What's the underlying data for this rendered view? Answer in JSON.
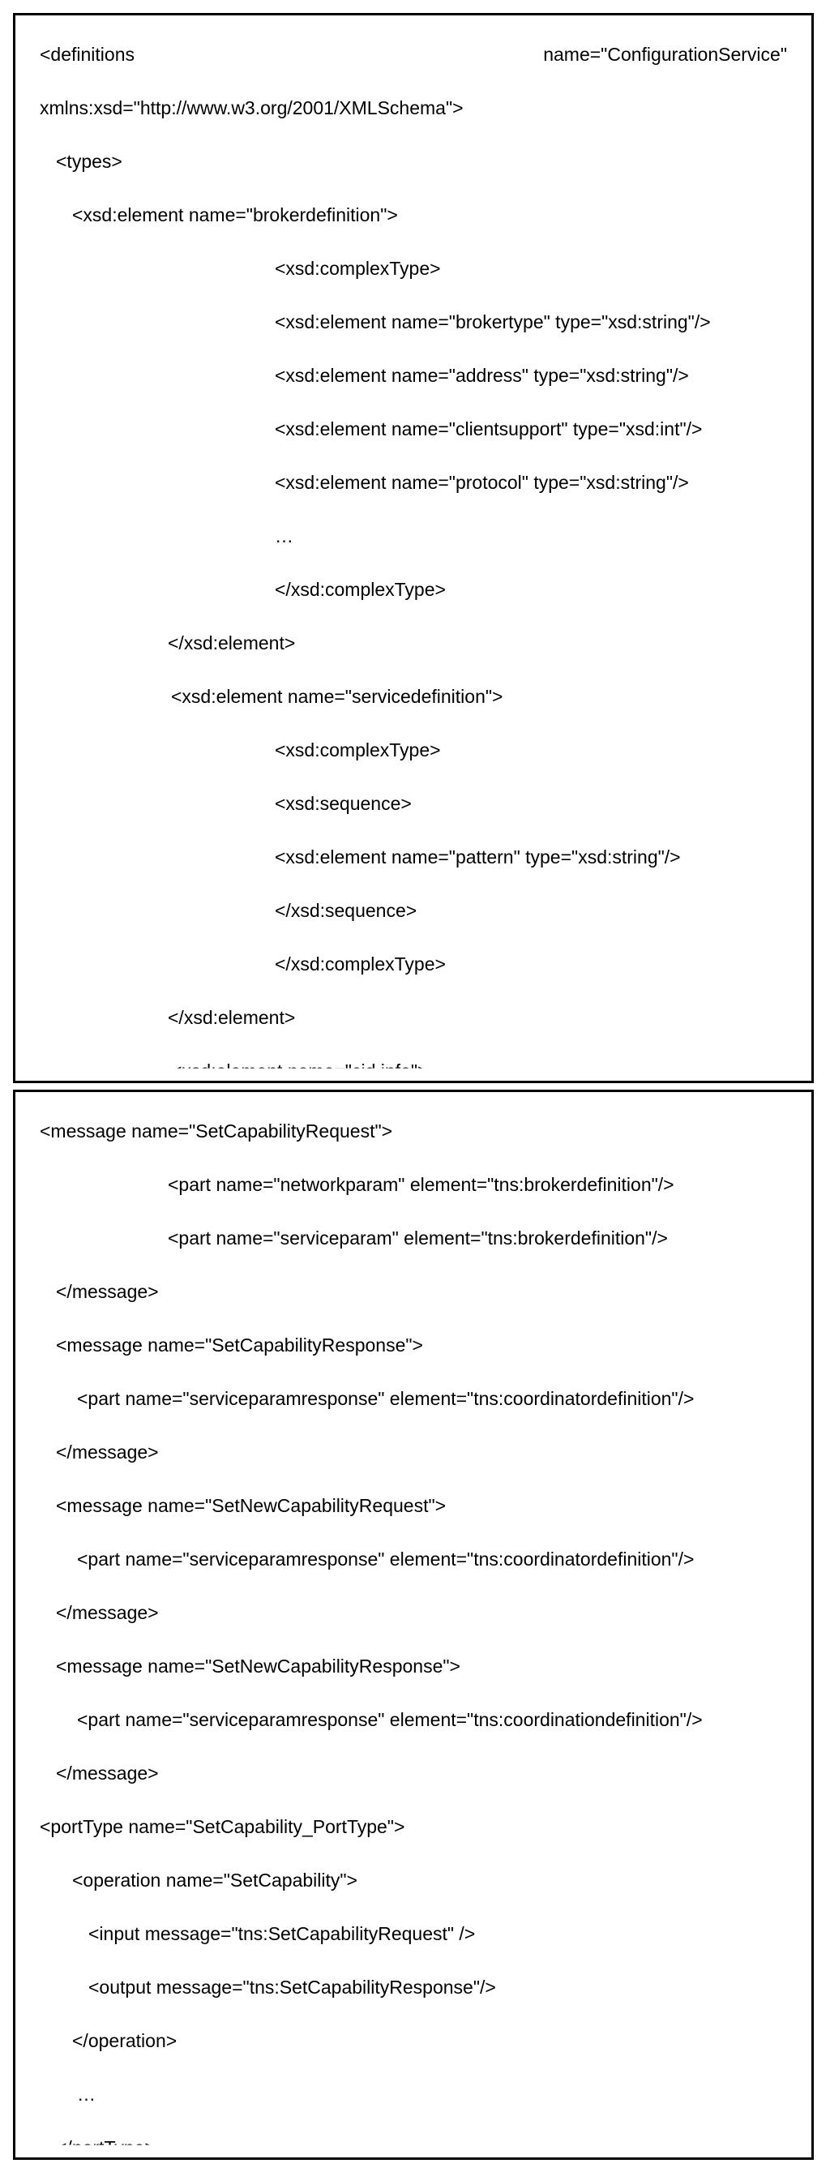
{
  "panel1": {
    "line1_left": "<definitions",
    "line1_right": "name=\"ConfigurationService\"",
    "lines": [
      "xmlns:xsd=\"http://www.w3.org/2001/XMLSchema\">",
      "<types>",
      "<xsd:element name=\"brokerdefinition\">",
      "<xsd:complexType>",
      "<xsd:element name=\"brokertype\" type=\"xsd:string\"/>",
      "<xsd:element name=\"address\" type=\"xsd:string\"/>",
      "<xsd:element name=\"clientsupport\" type=\"xsd:int\"/>",
      "<xsd:element name=\"protocol\" type=\"xsd:string\"/>",
      "…",
      "</xsd:complexType>",
      "</xsd:element>",
      "<xsd:element name=\"servicedefinition\">",
      "<xsd:complexType>",
      "<xsd:sequence>",
      "<xsd:element name=\"pattern\" type=\"xsd:string\"/>",
      "</xsd:sequence>",
      "</xsd:complexType>",
      "</xsd:element>"
    ],
    "partial_line": "<xsd:element name=\"cid.info\">"
  },
  "panel2": {
    "lines": [
      "<message name=\"SetCapabilityRequest\">",
      "<part name=\"networkparam\" element=\"tns:brokerdefinition\"/>",
      "<part name=\"serviceparam\" element=\"tns:brokerdefinition\"/>",
      "</message>",
      "<message name=\"SetCapabilityResponse\">",
      "<part name=\"serviceparamresponse\" element=\"tns:coordinatordefinition\"/>",
      "</message>",
      "<message name=\"SetNewCapabilityRequest\">",
      "<part name=\"serviceparamresponse\" element=\"tns:coordinatordefinition\"/>",
      "</message>",
      "<message name=\"SetNewCapabilityResponse\">",
      "<part name=\"serviceparamresponse\" element=\"tns:coordinationdefinition\"/>",
      "</message>",
      "<portType name=\"SetCapability_PortType\">",
      "<operation name=\"SetCapability\">",
      "<input message=\"tns:SetCapabilityRequest\" />",
      "<output message=\"tns:SetCapabilityResponse\"/>",
      "</operation>",
      "…"
    ],
    "partial_line": "</portType>"
  }
}
